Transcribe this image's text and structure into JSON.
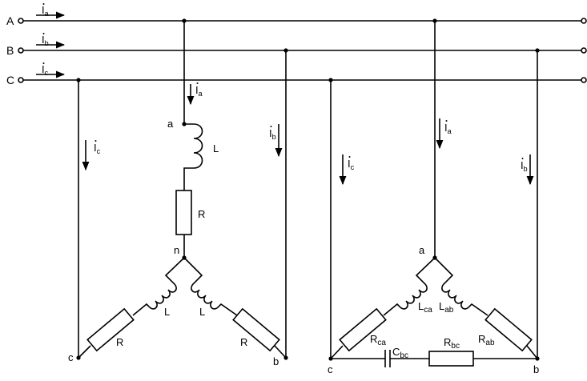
{
  "lines": {
    "A": "A",
    "B": "B",
    "C": "C"
  },
  "line_currents": {
    "a": "I",
    "a_sub": "a",
    "b": "I",
    "b_sub": "b",
    "c": "I",
    "c_sub": "c"
  },
  "star": {
    "node_a": "a",
    "node_n": "n",
    "node_b": "b",
    "node_c": "c",
    "L_top": "L",
    "R_top": "R",
    "L_left": "L",
    "R_left": "R",
    "L_right": "L",
    "R_right": "R",
    "cur_a": "I",
    "cur_a_sub": "a",
    "cur_b": "I",
    "cur_b_sub": "b",
    "cur_c": "I",
    "cur_c_sub": "c"
  },
  "delta": {
    "node_a": "a",
    "node_b": "b",
    "node_c": "c",
    "R_ca": "R",
    "R_ca_sub": "ca",
    "L_ca": "L",
    "L_ca_sub": "ca",
    "L_ab": "L",
    "L_ab_sub": "ab",
    "R_ab": "R",
    "R_ab_sub": "ab",
    "R_bc": "R",
    "R_bc_sub": "bc",
    "C_bc": "C",
    "C_bc_sub": "bc",
    "cur_a": "I",
    "cur_a_sub": "a",
    "cur_b": "I",
    "cur_b_sub": "b",
    "cur_c": "I",
    "cur_c_sub": "c"
  }
}
